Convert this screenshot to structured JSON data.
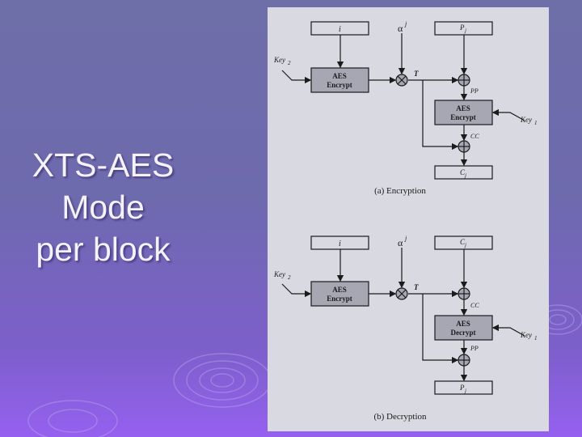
{
  "slide": {
    "title_lines": [
      "XTS-AES",
      "Mode",
      "per block"
    ]
  },
  "encryption": {
    "top": {
      "i": "i",
      "alpha": "α",
      "alpha_sup": "j",
      "input": "P",
      "input_sub": "j"
    },
    "key2": "Key",
    "key2_sub": "2",
    "aes1": {
      "line1": "AES",
      "line2": "Encrypt"
    },
    "t_label": "T",
    "pp": "PP",
    "aes2": {
      "line1": "AES",
      "line2": "Encrypt"
    },
    "key1": "Key",
    "key1_sub": "1",
    "cc": "CC",
    "output": "C",
    "output_sub": "j",
    "caption": "(a) Encryption"
  },
  "decryption": {
    "top": {
      "i": "i",
      "alpha": "α",
      "alpha_sup": "j",
      "input": "C",
      "input_sub": "j"
    },
    "key2": "Key",
    "key2_sub": "2",
    "aes1": {
      "line1": "AES",
      "line2": "Encrypt"
    },
    "t_label": "T",
    "cc": "CC",
    "aes2": {
      "line1": "AES",
      "line2": "Decrypt"
    },
    "key1": "Key",
    "key1_sub": "1",
    "pp": "PP",
    "output": "P",
    "output_sub": "j",
    "caption": "(b) Decryption"
  },
  "colors": {
    "figure_bg": "#d9d9e2",
    "box_fill": "#a7a7b4",
    "text": "#1b1b1b"
  }
}
